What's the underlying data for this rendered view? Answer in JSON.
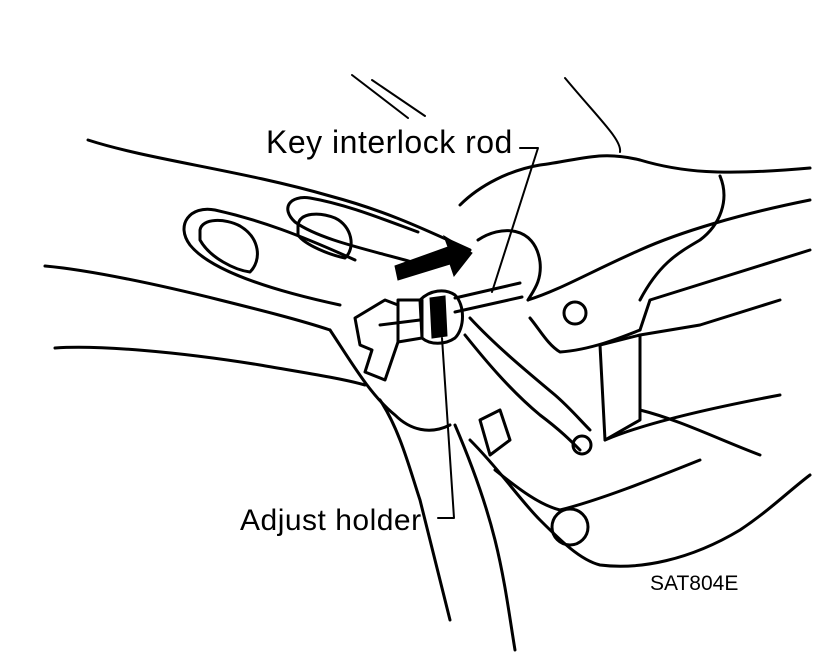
{
  "labels": {
    "key_interlock_rod": "Key interlock rod",
    "adjust_holder": "Adjust holder",
    "figure_code": "SAT804E"
  },
  "colors": {
    "ink": "#000000",
    "paper": "#ffffff"
  },
  "icons": {
    "direction": "arrow-right-up-icon"
  }
}
